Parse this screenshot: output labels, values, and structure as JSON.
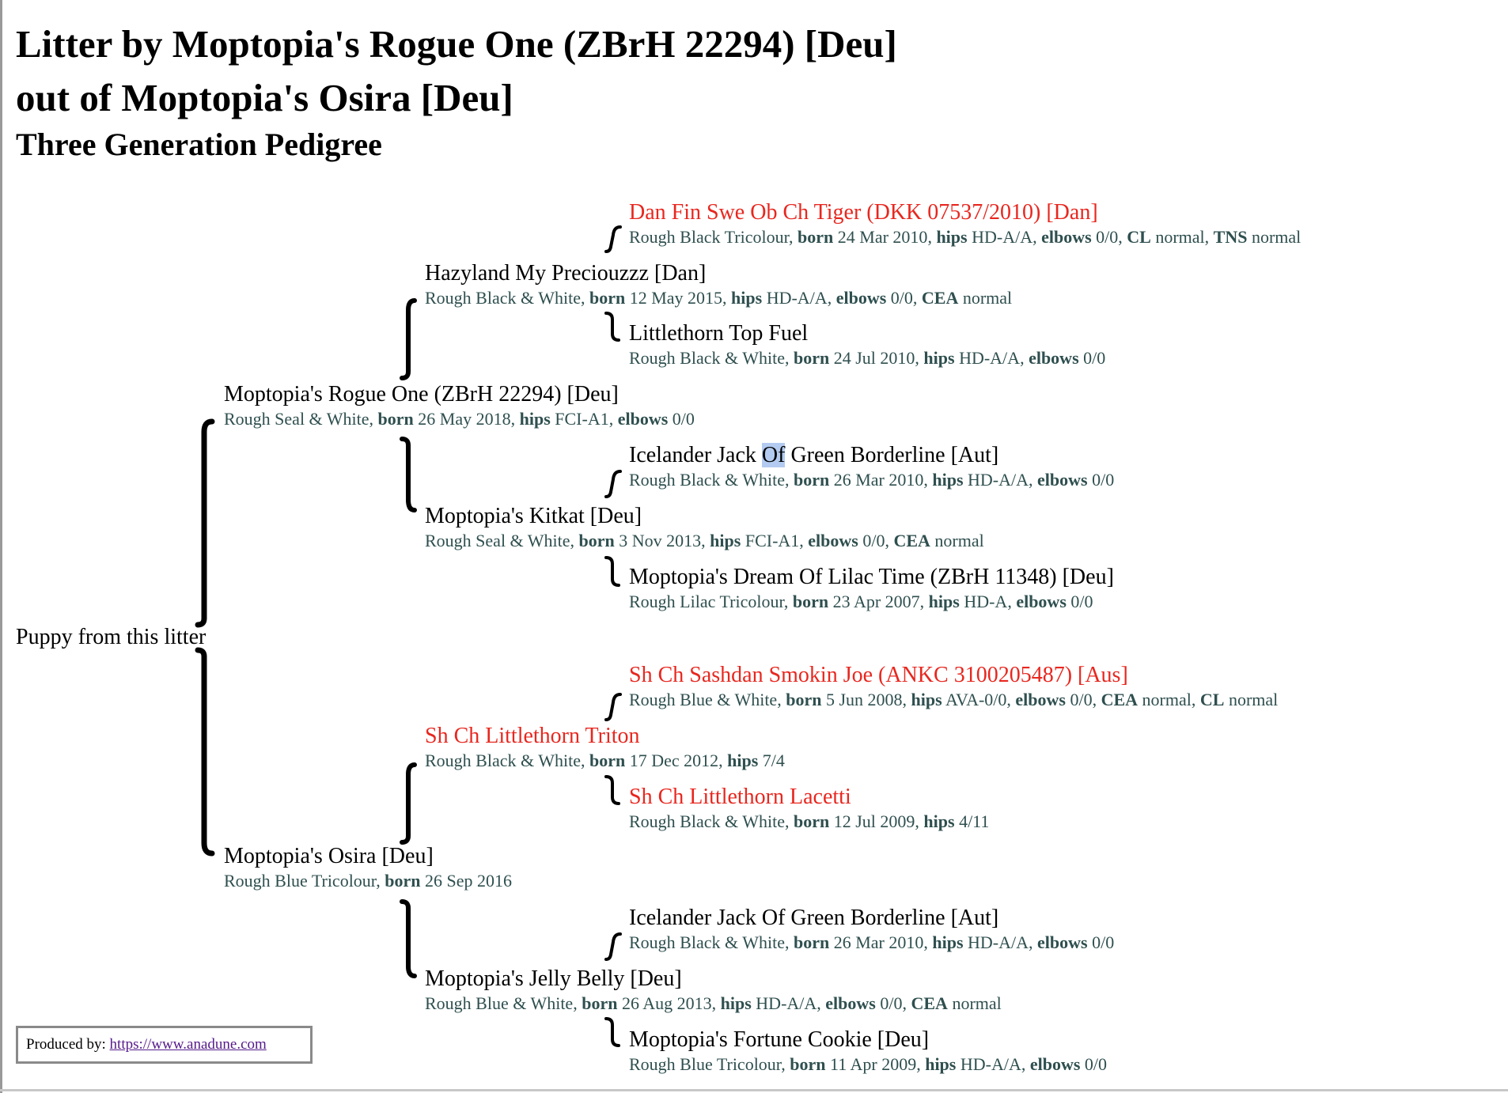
{
  "title": {
    "line1": "Litter by Moptopia's Rogue One (ZBrH 22294) [Deu]",
    "line2": "out of Moptopia's Osira [Deu]",
    "subtitle": "Three Generation Pedigree"
  },
  "labels": {
    "born": "born",
    "hips": "hips",
    "elbows": "elbows",
    "cea": "CEA",
    "cl": "CL",
    "tns": "TNS"
  },
  "puppy": "Puppy from this litter",
  "sire": {
    "name": "Moptopia's Rogue One (ZBrH 22294) [Deu]",
    "coat": "Rough Seal & White",
    "born": "26 May 2018",
    "hips": "FCI-A1",
    "elbows": "0/0"
  },
  "sire_sire": {
    "name": "Hazyland My Preciouzzz [Dan]",
    "coat": "Rough Black & White",
    "born": "12 May 2015",
    "hips": "HD-A/A",
    "elbows": "0/0",
    "cea": "normal"
  },
  "sire_sire_sire": {
    "name": "Dan Fin Swe Ob Ch Tiger (DKK 07537/2010) [Dan]",
    "coat": "Rough Black Tricolour",
    "born": "24 Mar 2010",
    "hips": "HD-A/A",
    "elbows": "0/0",
    "cl": "normal",
    "tns": "normal"
  },
  "sire_sire_dam": {
    "name": "Littlethorn Top Fuel",
    "coat": "Rough Black & White",
    "born": "24 Jul 2010",
    "hips": "HD-A/A",
    "elbows": "0/0"
  },
  "sire_dam": {
    "name": "Moptopia's Kitkat [Deu]",
    "coat": "Rough Seal & White",
    "born": "3 Nov 2013",
    "hips": "FCI-A1",
    "elbows": "0/0",
    "cea": "normal"
  },
  "sire_dam_sire": {
    "name_before": "Icelander Jack ",
    "name_highlight": "Of",
    "name_after": " Green Borderline [Aut]",
    "coat": "Rough Black & White",
    "born": "26 Mar 2010",
    "hips": "HD-A/A",
    "elbows": "0/0"
  },
  "sire_dam_dam": {
    "name": "Moptopia's Dream Of Lilac Time (ZBrH 11348) [Deu]",
    "coat": "Rough Lilac Tricolour",
    "born": "23 Apr 2007",
    "hips": "HD-A",
    "elbows": "0/0"
  },
  "dam": {
    "name": "Moptopia's Osira [Deu]",
    "coat": "Rough Blue Tricolour",
    "born": "26 Sep 2016"
  },
  "dam_sire": {
    "name": "Sh Ch Littlethorn Triton",
    "coat": "Rough Black & White",
    "born": "17 Dec 2012",
    "hips": "7/4"
  },
  "dam_sire_sire": {
    "name": "Sh Ch Sashdan Smokin Joe (ANKC 3100205487) [Aus]",
    "coat": "Rough Blue & White",
    "born": "5 Jun 2008",
    "hips": "AVA-0/0",
    "elbows": "0/0",
    "cea": "normal",
    "cl": "normal"
  },
  "dam_sire_dam": {
    "name": "Sh Ch Littlethorn Lacetti",
    "coat": "Rough Black & White",
    "born": "12 Jul 2009",
    "hips": "4/11"
  },
  "dam_dam": {
    "name": "Moptopia's Jelly Belly [Deu]",
    "coat": "Rough Blue & White",
    "born": "26 Aug 2013",
    "hips": "HD-A/A",
    "elbows": "0/0",
    "cea": "normal"
  },
  "dam_dam_sire": {
    "name": "Icelander Jack Of Green Borderline [Aut]",
    "coat": "Rough Black & White",
    "born": "26 Mar 2010",
    "hips": "HD-A/A",
    "elbows": "0/0"
  },
  "dam_dam_dam": {
    "name": "Moptopia's Fortune Cookie [Deu]",
    "coat": "Rough Blue Tricolour",
    "born": "11 Apr 2009",
    "hips": "HD-A/A",
    "elbows": "0/0"
  },
  "footer": {
    "label": "Produced by: ",
    "link": "https://www.anadune.com"
  },
  "colors": {
    "champion": "#e8271f",
    "info": "#2f4f4f",
    "link": "#551a8b"
  }
}
